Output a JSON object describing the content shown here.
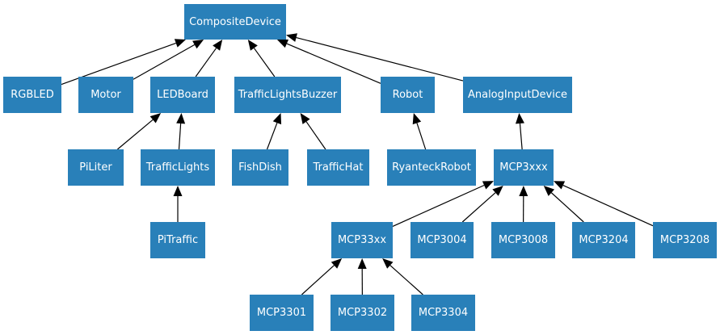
{
  "nodes": [
    {
      "id": "compositedevice",
      "label": "CompositeDevice"
    },
    {
      "id": "rgbled",
      "label": "RGBLED"
    },
    {
      "id": "motor",
      "label": "Motor"
    },
    {
      "id": "ledboard",
      "label": "LEDBoard"
    },
    {
      "id": "trafficlightsbuzzer",
      "label": "TrafficLightsBuzzer"
    },
    {
      "id": "robot",
      "label": "Robot"
    },
    {
      "id": "analoginputdevice",
      "label": "AnalogInputDevice"
    },
    {
      "id": "piliter",
      "label": "PiLiter"
    },
    {
      "id": "trafficlights",
      "label": "TrafficLights"
    },
    {
      "id": "fishdish",
      "label": "FishDish"
    },
    {
      "id": "traffichat",
      "label": "TrafficHat"
    },
    {
      "id": "ryanteckrobot",
      "label": "RyanteckRobot"
    },
    {
      "id": "mcp3xxx",
      "label": "MCP3xxx"
    },
    {
      "id": "pitraffic",
      "label": "PiTraffic"
    },
    {
      "id": "mcp33xx",
      "label": "MCP33xx"
    },
    {
      "id": "mcp3004",
      "label": "MCP3004"
    },
    {
      "id": "mcp3008",
      "label": "MCP3008"
    },
    {
      "id": "mcp3204",
      "label": "MCP3204"
    },
    {
      "id": "mcp3208",
      "label": "MCP3208"
    },
    {
      "id": "mcp3301",
      "label": "MCP3301"
    },
    {
      "id": "mcp3302",
      "label": "MCP3302"
    },
    {
      "id": "mcp3304",
      "label": "MCP3304"
    }
  ],
  "edges": [
    {
      "from": "rgbled",
      "to": "compositedevice"
    },
    {
      "from": "motor",
      "to": "compositedevice"
    },
    {
      "from": "ledboard",
      "to": "compositedevice"
    },
    {
      "from": "trafficlightsbuzzer",
      "to": "compositedevice"
    },
    {
      "from": "robot",
      "to": "compositedevice"
    },
    {
      "from": "analoginputdevice",
      "to": "compositedevice"
    },
    {
      "from": "piliter",
      "to": "ledboard"
    },
    {
      "from": "trafficlights",
      "to": "ledboard"
    },
    {
      "from": "fishdish",
      "to": "trafficlightsbuzzer"
    },
    {
      "from": "traffichat",
      "to": "trafficlightsbuzzer"
    },
    {
      "from": "ryanteckrobot",
      "to": "robot"
    },
    {
      "from": "mcp3xxx",
      "to": "analoginputdevice"
    },
    {
      "from": "pitraffic",
      "to": "trafficlights"
    },
    {
      "from": "mcp33xx",
      "to": "mcp3xxx"
    },
    {
      "from": "mcp3004",
      "to": "mcp3xxx"
    },
    {
      "from": "mcp3008",
      "to": "mcp3xxx"
    },
    {
      "from": "mcp3204",
      "to": "mcp3xxx"
    },
    {
      "from": "mcp3208",
      "to": "mcp3xxx"
    },
    {
      "from": "mcp3301",
      "to": "mcp33xx"
    },
    {
      "from": "mcp3302",
      "to": "mcp33xx"
    },
    {
      "from": "mcp3304",
      "to": "mcp33xx"
    }
  ],
  "colors": {
    "node_fill": "#2980b9",
    "node_text": "#ffffff",
    "edge": "#000000"
  }
}
